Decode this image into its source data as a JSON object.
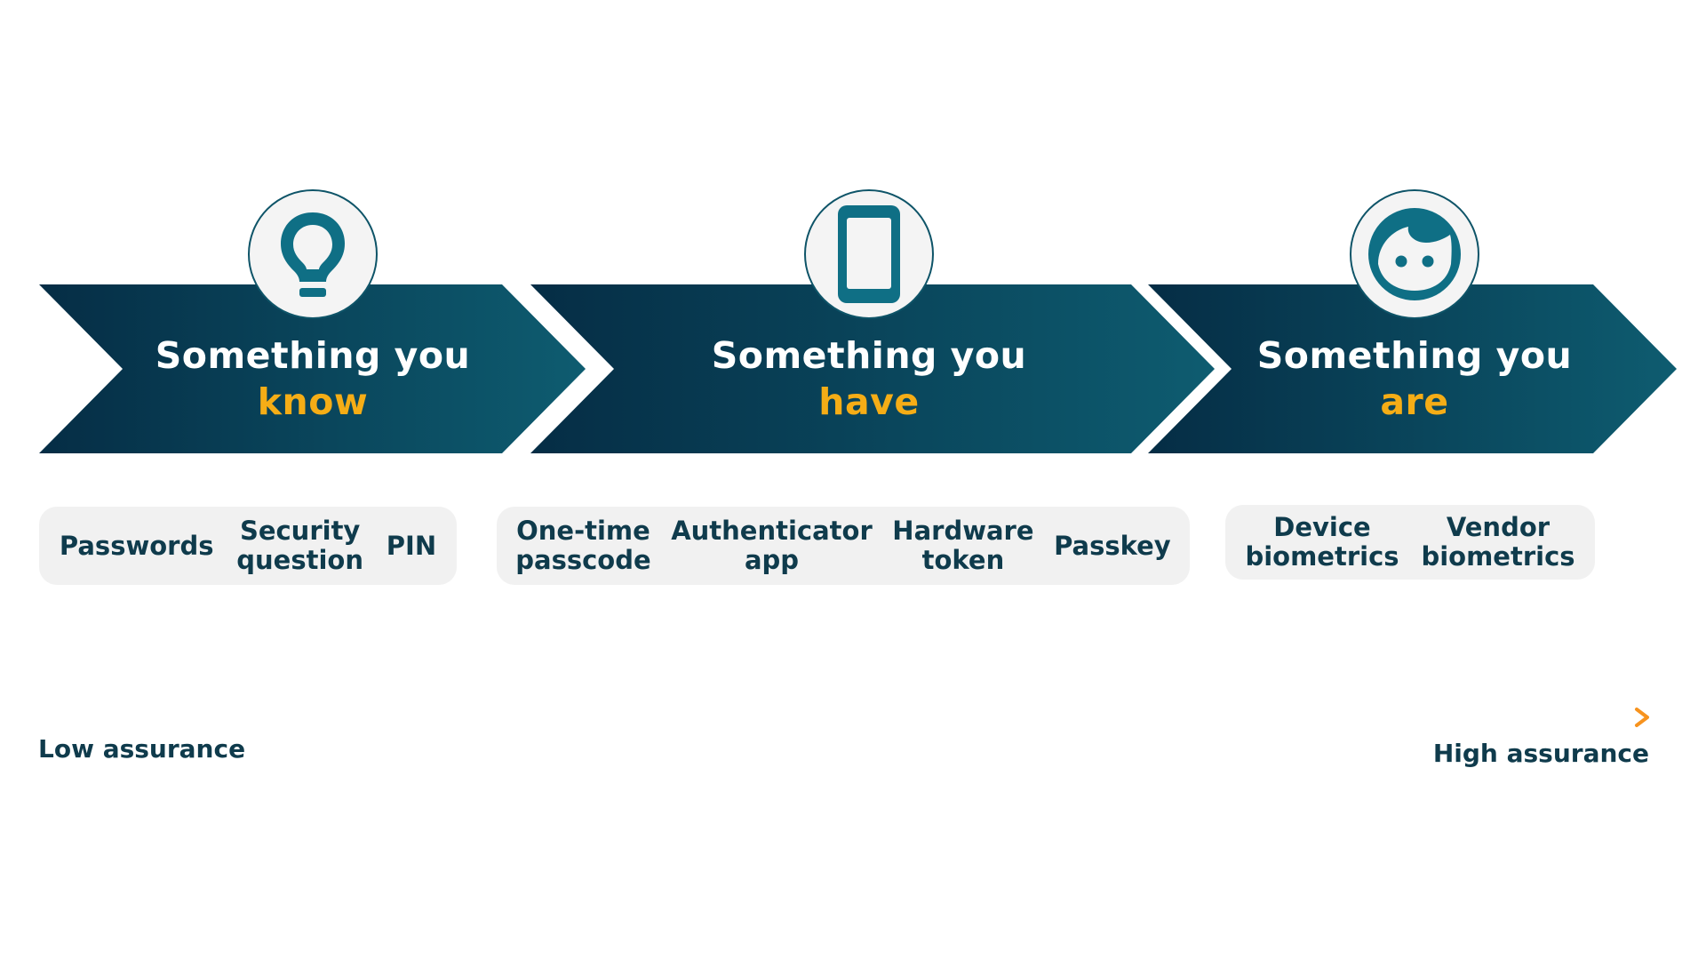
{
  "colors": {
    "dark_teal": "#052d45",
    "teal": "#0e5c70",
    "accent_yellow": "#f5ad16",
    "arrow_orange": "#f7931e",
    "text_dark": "#0f3b4c",
    "pill_bg": "#f1f1f1"
  },
  "stages": [
    {
      "line1": "Something you",
      "line2": "know",
      "icon": "lightbulb-icon"
    },
    {
      "line1": "Something you",
      "line2": "have",
      "icon": "phone-icon"
    },
    {
      "line1": "Something you",
      "line2": "are",
      "icon": "face-icon"
    }
  ],
  "groups": [
    {
      "items": [
        "Passwords",
        "Security\nquestion",
        "PIN"
      ]
    },
    {
      "items": [
        "One-time\npasscode",
        "Authenticator\napp",
        "Hardware\ntoken",
        "Passkey"
      ]
    },
    {
      "items": [
        "Device\nbiometrics",
        "Vendor\nbiometrics"
      ]
    }
  ],
  "assurance": {
    "low_label": "Low assurance",
    "high_label": "High assurance"
  }
}
